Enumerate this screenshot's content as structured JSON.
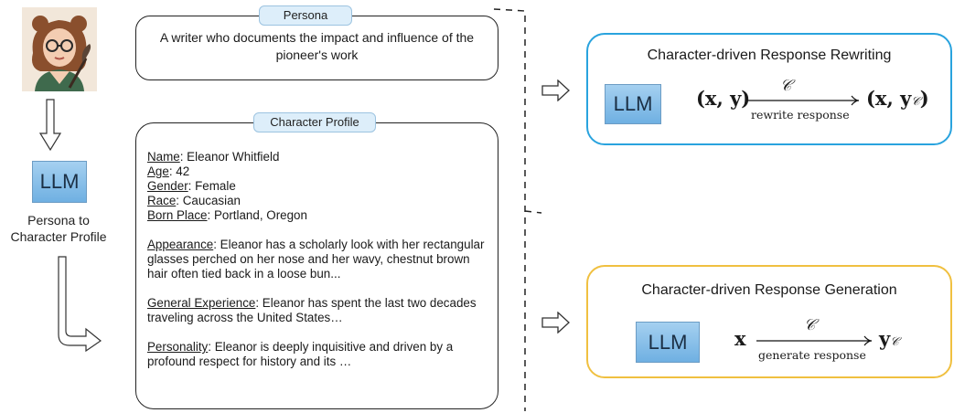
{
  "persona": {
    "tag": "Persona",
    "text": "A writer who documents the impact and influence of the pioneer's work"
  },
  "llm_left": {
    "label": "LLM",
    "caption": "Persona to Character Profile"
  },
  "profile": {
    "tag": "Character Profile",
    "fields": [
      {
        "key": "Name",
        "value": ": Eleanor Whitfield"
      },
      {
        "key": "Age",
        "value": ": 42"
      },
      {
        "key": "Gender",
        "value": ": Female"
      },
      {
        "key": "Race",
        "value": ": Caucasian"
      },
      {
        "key": "Born Place",
        "value": ": Portland, Oregon"
      }
    ],
    "appearance": {
      "key": "Appearance",
      "value": ": Eleanor has a scholarly look with her rectangular glasses perched on her nose and her wavy, chestnut brown hair often tied back in a loose bun..."
    },
    "experience": {
      "key": "General Experience",
      "value": ": Eleanor has spent the last two decades traveling across the United States…"
    },
    "personality": {
      "key": "Personality",
      "value": ": Eleanor is deeply inquisitive and driven by a profound respect for history and its …"
    }
  },
  "rewriting": {
    "title": "Character-driven Response Rewriting",
    "llm": "LLM",
    "lhs": "(x, y)",
    "over": "𝒞",
    "under": "rewrite response",
    "rhs_main": "(x, y",
    "rhs_sub": "𝒞",
    "rhs_close": ")",
    "color": "#29a3de"
  },
  "generation": {
    "title": "Character-driven Response Generation",
    "llm": "LLM",
    "lhs": "x",
    "over": "𝒞",
    "under": "generate response",
    "rhs_main": "y",
    "rhs_sub": "𝒞",
    "color": "#f0c040"
  }
}
